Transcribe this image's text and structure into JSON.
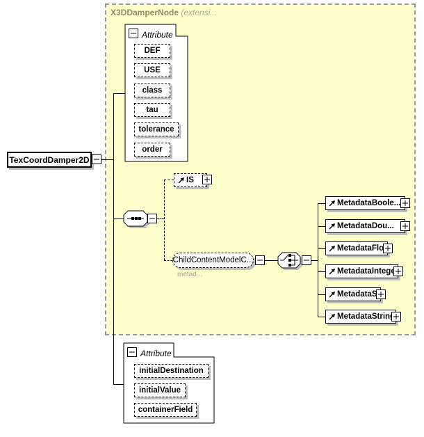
{
  "root_element": {
    "label": "TexCoordDamper2D"
  },
  "container": {
    "title": "X3DDamperNode",
    "subtitle": "(extensi..."
  },
  "attribute_group_top": {
    "label": "Attribute",
    "items": [
      "DEF",
      "USE",
      "class",
      "tau",
      "tolerance",
      "order"
    ]
  },
  "is_element": {
    "label": "IS"
  },
  "child_content_model": {
    "label": "ChildContentModelC...",
    "annotation": "metad..."
  },
  "metadata_elements": [
    {
      "label": "MetadataBoole..."
    },
    {
      "label": "MetadataDou..."
    },
    {
      "label": "MetadataFloat"
    },
    {
      "label": "MetadataInteger"
    },
    {
      "label": "MetadataSet"
    },
    {
      "label": "MetadataString"
    }
  ],
  "attribute_group_bottom": {
    "label": "Attribute",
    "items": [
      "initialDestination",
      "initialValue",
      "containerField"
    ]
  },
  "colors": {
    "container_bg": "#FFFFCC",
    "container_border": "#9A9A9A",
    "shadow": "#BEBEBE",
    "header_title": "#8D8D64",
    "header_subtitle": "#A9A98C"
  }
}
